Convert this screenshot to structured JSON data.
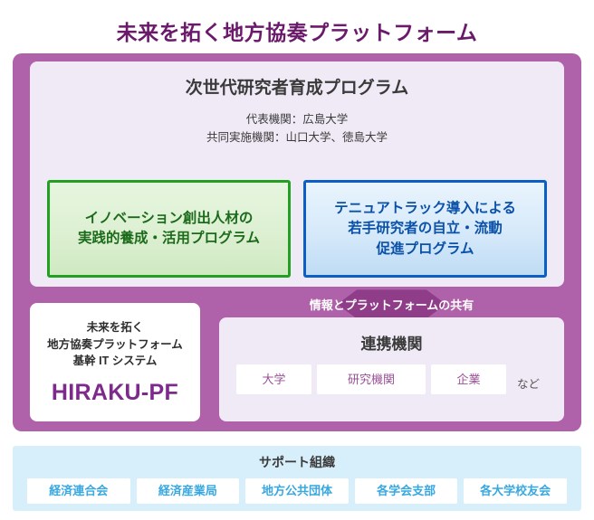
{
  "page": {
    "title": "未来を拓く地方協奏プラットフォーム"
  },
  "program": {
    "title": "次世代研究者育成プログラム",
    "lead_institution": "代表機関：広島大学",
    "joint_institutions": "共同実施機関：山口大学、徳島大学",
    "boxes": [
      {
        "name": "innovation-program",
        "lines": [
          "イノベーション創出人材の",
          "実践的養成・活用プログラム"
        ],
        "border_color": "#21A021",
        "text_color": "#1B6B1B"
      },
      {
        "name": "tenure-track-program",
        "lines": [
          "テニュアトラック導入による",
          "若手研究者の自立・流動",
          "促進プログラム"
        ],
        "border_color": "#0A5FC6",
        "text_color": "#0B51A8"
      }
    ]
  },
  "sharing": {
    "label": "情報とプラットフォームの共有"
  },
  "hiraku": {
    "description_lines": [
      "未来を拓く",
      "地方協奏プラットフォーム",
      "基幹 IT システム"
    ],
    "name": "HIRAKU-PF",
    "name_color": "#7E2A8C"
  },
  "partners": {
    "title": "連携機関",
    "items": [
      "大学",
      "研究機関",
      "企業"
    ],
    "etc_label": "など"
  },
  "support": {
    "title": "サポート組織",
    "items": [
      "経済連合会",
      "経済産業局",
      "地方公共団体",
      "各学会支部",
      "各大学校友会"
    ],
    "text_color": "#39A8E0",
    "panel_color": "#D7EFFA"
  },
  "theme": {
    "frame_purple": "#AF62A9",
    "panel_lavender": "#F0EAF6",
    "title_purple": "#6B1A6B",
    "diamond_purple": "#8F3C89"
  }
}
